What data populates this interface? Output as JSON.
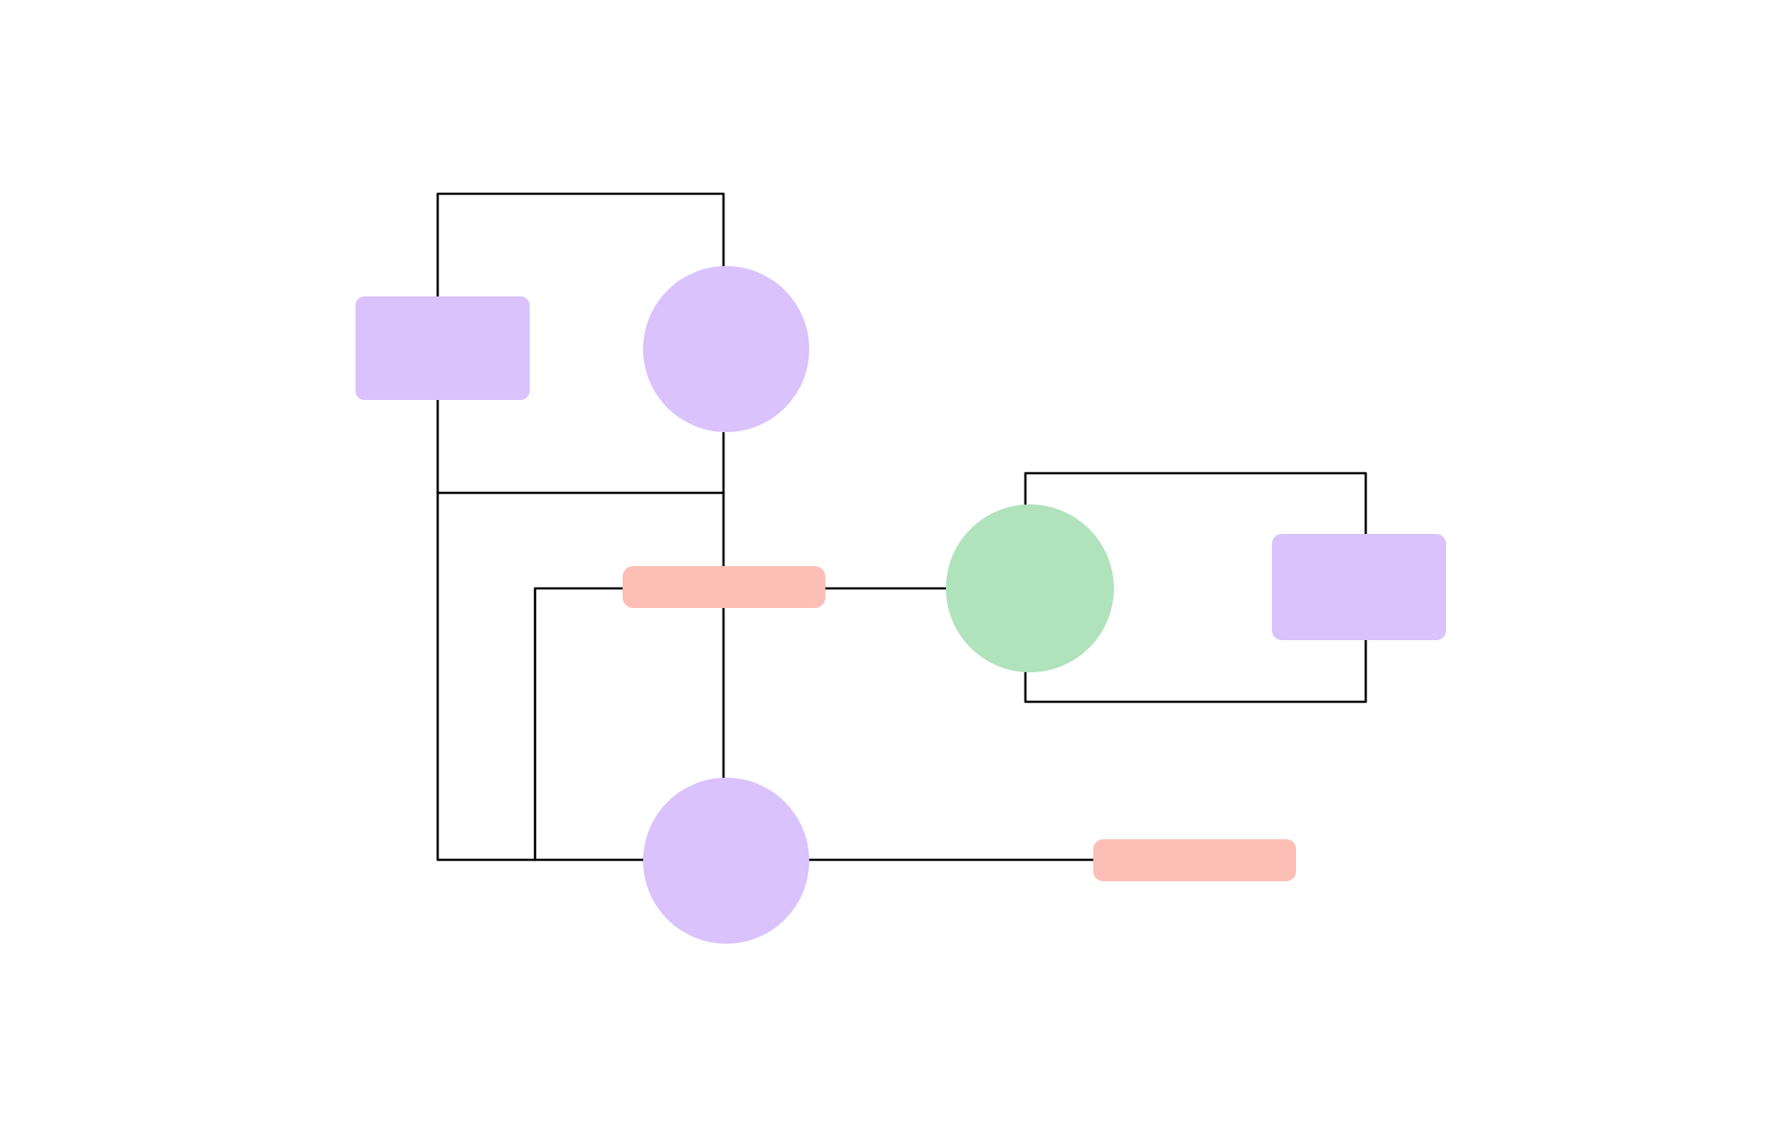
{
  "diagram": {
    "background": "#ffffff",
    "line_color": "#000000",
    "colors": {
      "purple": "#dac2fc",
      "green": "#b0e2bb",
      "salmon": "#fdbeb6"
    },
    "nodes": [
      {
        "id": "purple-rect-left",
        "shape": "rect",
        "color": "#dac2fc",
        "label": ""
      },
      {
        "id": "purple-circle-top",
        "shape": "circle",
        "color": "#dac2fc",
        "label": ""
      },
      {
        "id": "salmon-pill-center",
        "shape": "pill",
        "color": "#fdbeb6",
        "label": ""
      },
      {
        "id": "green-circle",
        "shape": "circle",
        "color": "#b0e2bb",
        "label": ""
      },
      {
        "id": "purple-rect-right",
        "shape": "rect",
        "color": "#dac2fc",
        "label": ""
      },
      {
        "id": "purple-circle-bottom",
        "shape": "circle",
        "color": "#dac2fc",
        "label": ""
      },
      {
        "id": "salmon-pill-right",
        "shape": "pill",
        "color": "#fdbeb6",
        "label": ""
      }
    ]
  }
}
